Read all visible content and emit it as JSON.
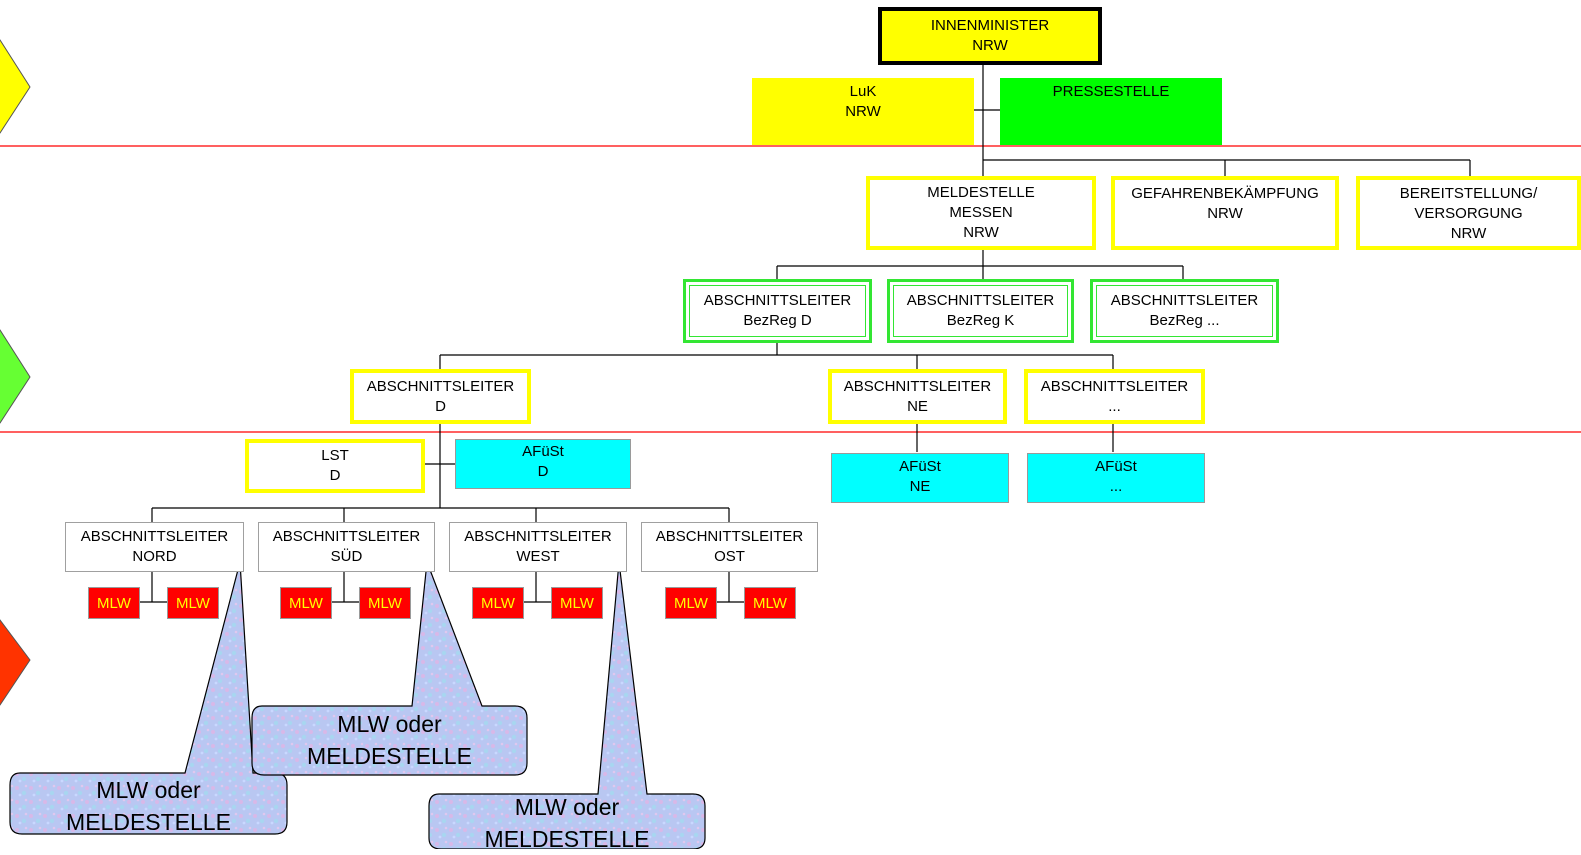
{
  "nodes": {
    "innenminister": [
      "INNENMINISTER",
      "NRW"
    ],
    "luk": [
      "LuK",
      "NRW"
    ],
    "pressestelle": [
      "PRESSESTELLE"
    ],
    "meldestelle": [
      "MELDESTELLE",
      "MESSEN",
      "NRW"
    ],
    "gefahren": [
      "GEFAHRENBEKÄMPFUNG",
      "NRW"
    ],
    "bereitstellung": [
      "BEREITSTELLUNG/",
      "VERSORGUNG",
      "NRW"
    ],
    "al_bezreg_d": [
      "ABSCHNITTSLEITER",
      "BezReg D"
    ],
    "al_bezreg_k": [
      "ABSCHNITTSLEITER",
      "BezReg K"
    ],
    "al_bezreg_x": [
      "ABSCHNITTSLEITER",
      "BezReg ..."
    ],
    "al_d": [
      "ABSCHNITTSLEITER",
      "D"
    ],
    "al_ne": [
      "ABSCHNITTSLEITER",
      "NE"
    ],
    "al_x": [
      "ABSCHNITTSLEITER",
      "..."
    ],
    "lst_d": [
      "LST",
      "D"
    ],
    "afuest_d": [
      "AFüSt",
      "D"
    ],
    "afuest_ne": [
      "AFüSt",
      "NE"
    ],
    "afuest_x": [
      "AFüSt",
      "..."
    ],
    "al_nord": [
      "ABSCHNITTSLEITER",
      "NORD"
    ],
    "al_sued": [
      "ABSCHNITTSLEITER",
      "SÜD"
    ],
    "al_west": [
      "ABSCHNITTSLEITER",
      "WEST"
    ],
    "al_ost": [
      "ABSCHNITTSLEITER",
      "OST"
    ]
  },
  "mlw_label": "MLW",
  "callouts": [
    [
      "MLW oder",
      "MELDESTELLE"
    ],
    [
      "MLW oder",
      "MELDESTELLE"
    ],
    [
      "MLW oder",
      "MELDESTELLE"
    ]
  ],
  "colors": {
    "level_line": "#ff0000",
    "arrow_top": "#ffff00",
    "arrow_middle": "#66ff33",
    "arrow_bottom": "#ff3300",
    "callout_fill": "#b8c8f0"
  }
}
